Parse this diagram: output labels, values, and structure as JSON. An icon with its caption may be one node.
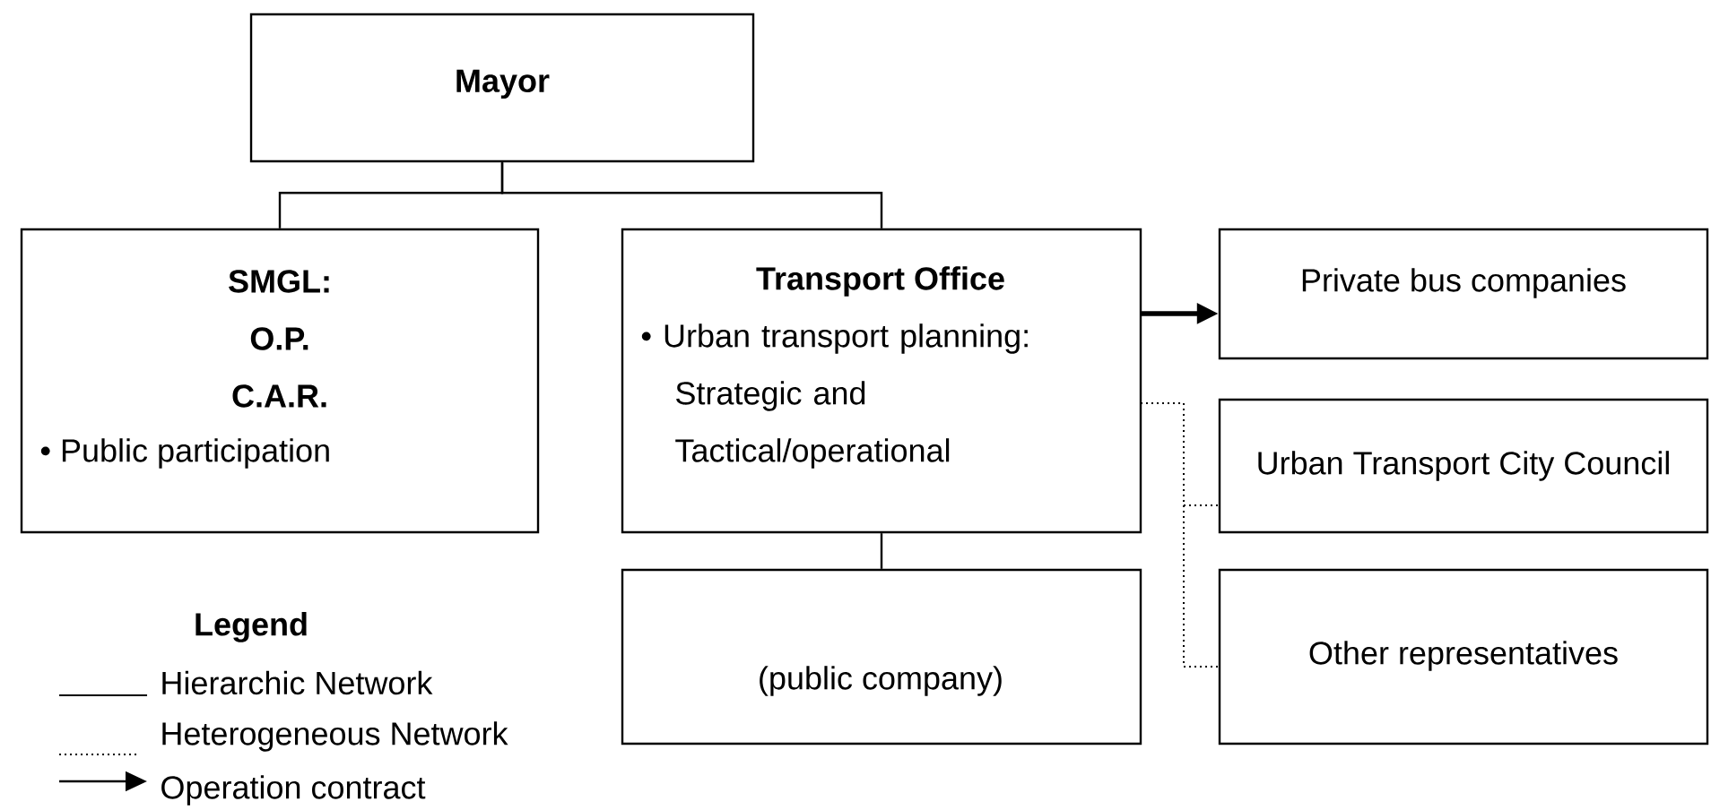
{
  "diagram": {
    "nodes": [
      {
        "text": [
          "Mayor"
        ]
      },
      {
        "text": [
          "SMGL:",
          "O.P.",
          "C.A.R.",
          "• Public participation"
        ]
      },
      {
        "text": [
          "Transport Office",
          "• Urban transport planning: Strategic and Tactical/operational"
        ]
      },
      {
        "text": [
          "Private bus companies"
        ]
      },
      {
        "text": [
          "Urban Transport City Council"
        ]
      },
      {
        "text": [
          "Other representatives"
        ]
      },
      {
        "text": [
          "(public company)"
        ]
      }
    ],
    "edges": [
      {
        "from": 0,
        "to": 1,
        "arrow": "none"
      },
      {
        "from": 0,
        "to": 2,
        "arrow": "none"
      },
      {
        "from": 2,
        "to": 6,
        "arrow": "none"
      },
      {
        "from": 2,
        "to": 3,
        "arrow": "to",
        "style": "thick"
      },
      {
        "from": 2,
        "to": 4,
        "arrow": "none",
        "style": "dashed"
      },
      {
        "from": 2,
        "to": 5,
        "arrow": "none",
        "style": "dashed"
      }
    ],
    "labels": [
      "Legend"
    ],
    "legend": [
      {
        "text": "Hierarchic Network"
      },
      {
        "text": "Heterogeneous Network"
      },
      {
        "text": "Operation contract"
      }
    ]
  }
}
